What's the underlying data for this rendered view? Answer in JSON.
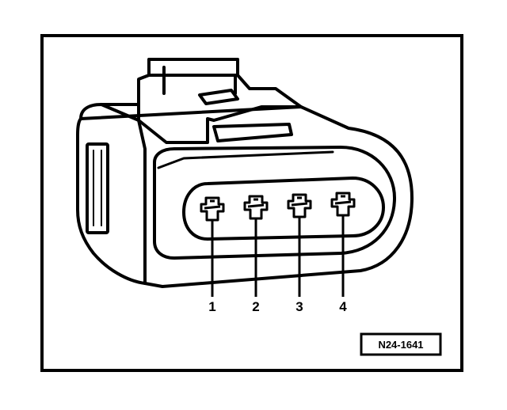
{
  "figure": {
    "description_tag": "connector-pinout",
    "reference_code": "N24-1641",
    "pins": [
      {
        "number": "1"
      },
      {
        "number": "2"
      },
      {
        "number": "3"
      },
      {
        "number": "4"
      }
    ]
  },
  "colors": {
    "ink": "#000000",
    "paper": "#ffffff"
  }
}
